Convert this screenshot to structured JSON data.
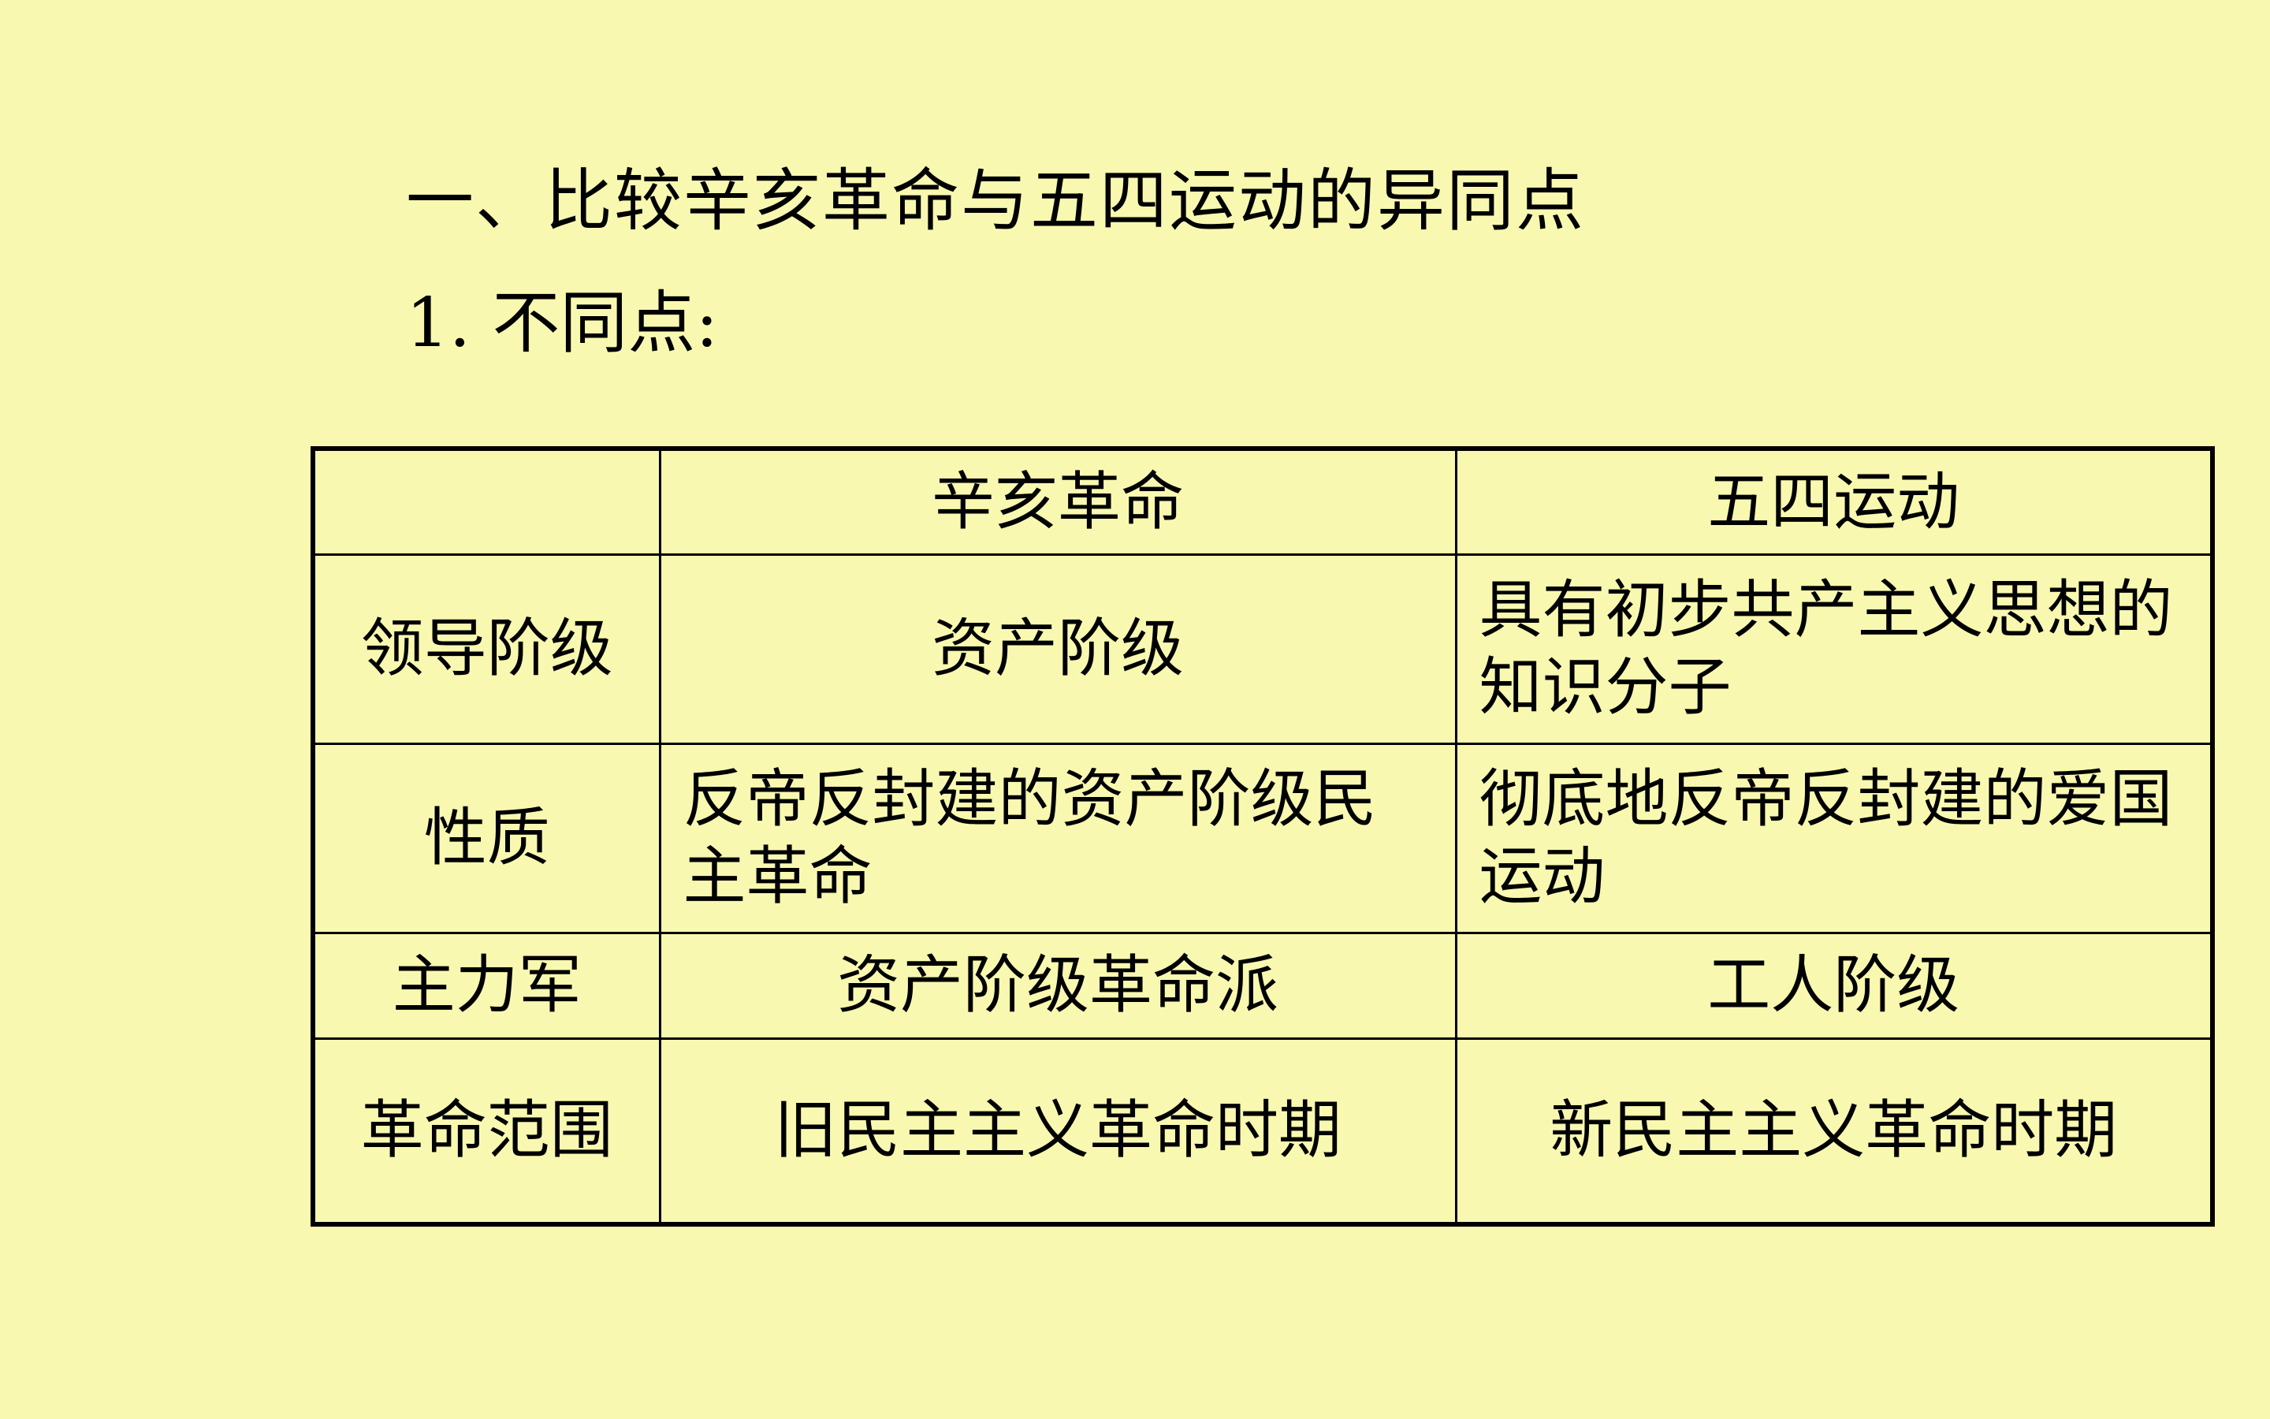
{
  "title": "一、比较辛亥革命与五四运动的异同点",
  "subtitle": "1. 不同点:",
  "table": {
    "header": [
      "",
      "辛亥革命",
      "五四运动"
    ],
    "rows": [
      {
        "label": "领导阶级",
        "xinhai": "资产阶级",
        "wusi": "具有初步共产主义思想的知识分子"
      },
      {
        "label": "性质",
        "xinhai": "反帝反封建的资产阶级民主革命",
        "wusi": "彻底地反帝反封建的爱国运动"
      },
      {
        "label": "主力军",
        "xinhai": "资产阶级革命派",
        "wusi": "工人阶级"
      },
      {
        "label": "革命范围",
        "xinhai": "旧民主主义革命时期",
        "wusi": "新民主主义革命时期"
      }
    ]
  },
  "colors": {
    "background": "#f8f8b0",
    "text": "#000000",
    "border": "#000000"
  }
}
